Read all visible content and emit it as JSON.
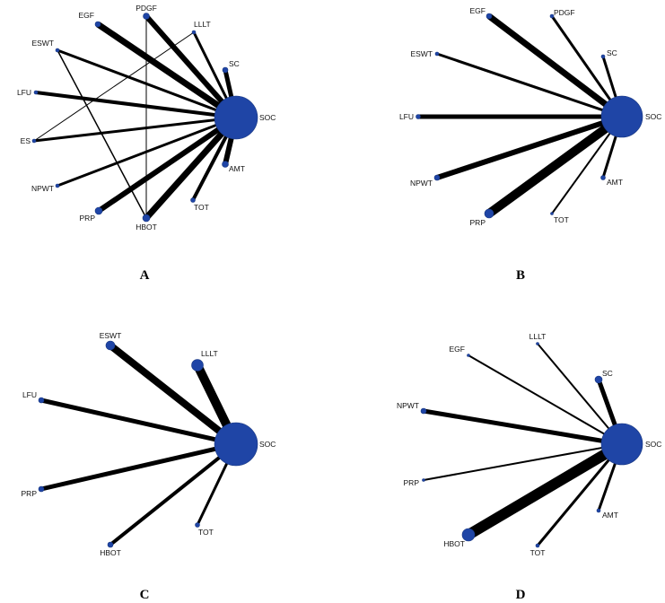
{
  "panels": [
    {
      "id": "A",
      "label": "A",
      "nodes": [
        {
          "name": "SOC",
          "r": 24
        },
        {
          "name": "EGF",
          "r": 3
        },
        {
          "name": "PDGF",
          "r": 3.5
        },
        {
          "name": "LLLT",
          "r": 2
        },
        {
          "name": "SC",
          "r": 3
        },
        {
          "name": "ESWT",
          "r": 2
        },
        {
          "name": "LFU",
          "r": 2
        },
        {
          "name": "ES",
          "r": 2
        },
        {
          "name": "NPWT",
          "r": 2
        },
        {
          "name": "PRP",
          "r": 4
        },
        {
          "name": "HBOT",
          "r": 4
        },
        {
          "name": "TOT",
          "r": 2.5
        },
        {
          "name": "AMT",
          "r": 3.5
        }
      ],
      "edges": [
        {
          "from": "SOC",
          "to": "EGF",
          "w": 7
        },
        {
          "from": "SOC",
          "to": "PDGF",
          "w": 6
        },
        {
          "from": "SOC",
          "to": "LLLT",
          "w": 3
        },
        {
          "from": "SOC",
          "to": "SC",
          "w": 5
        },
        {
          "from": "SOC",
          "to": "ESWT",
          "w": 3
        },
        {
          "from": "SOC",
          "to": "LFU",
          "w": 4
        },
        {
          "from": "SOC",
          "to": "ES",
          "w": 3
        },
        {
          "from": "SOC",
          "to": "NPWT",
          "w": 3
        },
        {
          "from": "SOC",
          "to": "PRP",
          "w": 6
        },
        {
          "from": "SOC",
          "to": "HBOT",
          "w": 7
        },
        {
          "from": "SOC",
          "to": "TOT",
          "w": 4
        },
        {
          "from": "SOC",
          "to": "AMT",
          "w": 6
        },
        {
          "from": "PDGF",
          "to": "HBOT",
          "w": 1
        },
        {
          "from": "LLLT",
          "to": "ES",
          "w": 1
        },
        {
          "from": "ESWT",
          "to": "HBOT",
          "w": 1.5
        }
      ]
    },
    {
      "id": "B",
      "label": "B",
      "nodes": [
        {
          "name": "SOC",
          "r": 23
        },
        {
          "name": "EGF",
          "r": 3
        },
        {
          "name": "PDGF",
          "r": 2
        },
        {
          "name": "SC",
          "r": 2
        },
        {
          "name": "ESWT",
          "r": 2
        },
        {
          "name": "LFU",
          "r": 2.5
        },
        {
          "name": "NPWT",
          "r": 3
        },
        {
          "name": "PRP",
          "r": 5
        },
        {
          "name": "TOT",
          "r": 1.5
        },
        {
          "name": "AMT",
          "r": 2.5
        }
      ],
      "edges": [
        {
          "from": "SOC",
          "to": "EGF",
          "w": 7
        },
        {
          "from": "SOC",
          "to": "PDGF",
          "w": 3
        },
        {
          "from": "SOC",
          "to": "SC",
          "w": 3
        },
        {
          "from": "SOC",
          "to": "ESWT",
          "w": 3
        },
        {
          "from": "SOC",
          "to": "LFU",
          "w": 5
        },
        {
          "from": "SOC",
          "to": "NPWT",
          "w": 6
        },
        {
          "from": "SOC",
          "to": "PRP",
          "w": 10
        },
        {
          "from": "SOC",
          "to": "TOT",
          "w": 2
        },
        {
          "from": "SOC",
          "to": "AMT",
          "w": 3
        }
      ]
    },
    {
      "id": "C",
      "label": "C",
      "nodes": [
        {
          "name": "SOC",
          "r": 24
        },
        {
          "name": "ESWT",
          "r": 5
        },
        {
          "name": "LLLT",
          "r": 6.5
        },
        {
          "name": "LFU",
          "r": 3
        },
        {
          "name": "PRP",
          "r": 3
        },
        {
          "name": "HBOT",
          "r": 3
        },
        {
          "name": "TOT",
          "r": 2.5
        }
      ],
      "edges": [
        {
          "from": "SOC",
          "to": "ESWT",
          "w": 8
        },
        {
          "from": "SOC",
          "to": "LLLT",
          "w": 10
        },
        {
          "from": "SOC",
          "to": "LFU",
          "w": 5
        },
        {
          "from": "SOC",
          "to": "PRP",
          "w": 5
        },
        {
          "from": "SOC",
          "to": "HBOT",
          "w": 4
        },
        {
          "from": "SOC",
          "to": "TOT",
          "w": 3
        }
      ]
    },
    {
      "id": "D",
      "label": "D",
      "nodes": [
        {
          "name": "SOC",
          "r": 23
        },
        {
          "name": "EGF",
          "r": 1.5
        },
        {
          "name": "LLLT",
          "r": 1.5
        },
        {
          "name": "SC",
          "r": 4
        },
        {
          "name": "NPWT",
          "r": 3
        },
        {
          "name": "PRP",
          "r": 1.5
        },
        {
          "name": "HBOT",
          "r": 7
        },
        {
          "name": "TOT",
          "r": 2
        },
        {
          "name": "AMT",
          "r": 2
        }
      ],
      "edges": [
        {
          "from": "SOC",
          "to": "EGF",
          "w": 2
        },
        {
          "from": "SOC",
          "to": "LLLT",
          "w": 2
        },
        {
          "from": "SOC",
          "to": "SC",
          "w": 5
        },
        {
          "from": "SOC",
          "to": "NPWT",
          "w": 5
        },
        {
          "from": "SOC",
          "to": "PRP",
          "w": 2
        },
        {
          "from": "SOC",
          "to": "HBOT",
          "w": 12
        },
        {
          "from": "SOC",
          "to": "TOT",
          "w": 3
        },
        {
          "from": "SOC",
          "to": "AMT",
          "w": 3
        }
      ]
    }
  ]
}
